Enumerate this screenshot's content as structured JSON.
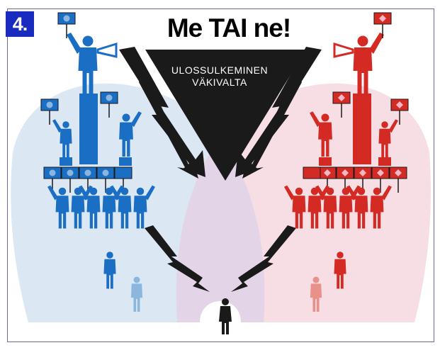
{
  "figure": {
    "number_badge": "4.",
    "title": "Me TAI ne!",
    "triangle_text": [
      "ULOSSULKEMINEN",
      "VÄKIVALTA"
    ],
    "colors": {
      "frame_border": "#6b6aa8",
      "badge_bg": "#1a2bbf",
      "blue_group": "#1a6fc4",
      "blue_light": "#8cb6de",
      "blue_field": "#dbe8f4",
      "red_group": "#d42a24",
      "red_light": "#e8908a",
      "red_field": "#f7dde4",
      "overlap_field": "#e4d4e8",
      "triangle": "#1a1a1a",
      "outsider": "#1a1a1a"
    },
    "icons": {
      "megaphone": "megaphone-icon",
      "flag_circle": "circle-flag-icon",
      "flag_diamond": "diamond-flag-icon",
      "lightning": "lightning-bolt-icon"
    }
  }
}
